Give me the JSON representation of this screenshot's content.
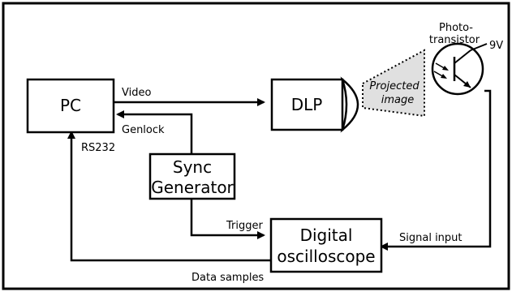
{
  "nodes": {
    "pc": "PC",
    "dlp": "DLP",
    "sync_line1": "Sync",
    "sync_line2": "Generator",
    "osc_line1": "Digital",
    "osc_line2": "oscilloscope",
    "photo_line1": "Photo-",
    "photo_line2": "transistor",
    "voltage": "9V",
    "image_line1": "Projected",
    "image_line2": "image"
  },
  "edges": {
    "video": "Video",
    "genlock": "Genlock",
    "rs232": "RS232",
    "trigger": "Trigger",
    "signal_input": "Signal input",
    "data_samples": "Data samples"
  },
  "colors": {
    "stroke": "#000000",
    "background": "#ffffff",
    "projected_fill": "#e0e0e0"
  }
}
